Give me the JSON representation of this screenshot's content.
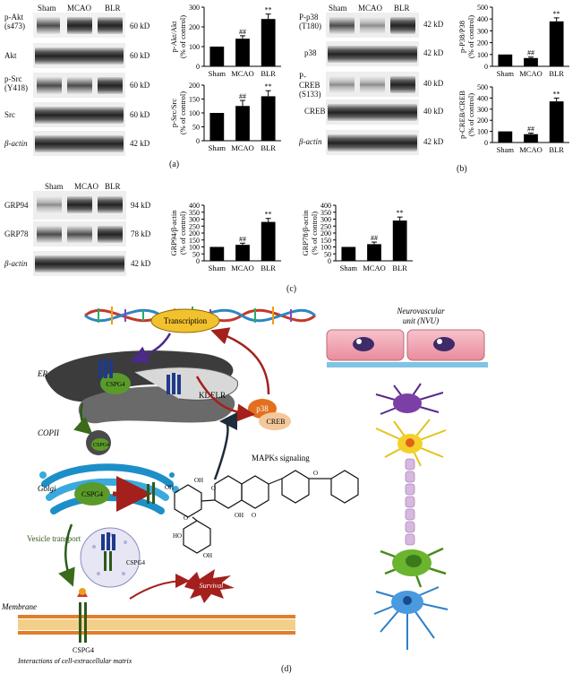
{
  "panels": {
    "a": "(a)",
    "b": "(b)",
    "c": "(c)",
    "d": "(d)"
  },
  "lanes": [
    "Sham",
    "MCAO",
    "BLR"
  ],
  "blot_a": {
    "rows": [
      {
        "label": "p-Akt (s473)",
        "kd": "60 kD"
      },
      {
        "label": "Akt",
        "kd": "60 kD"
      },
      {
        "label": "p-Src (Y418)",
        "kd": "60 kD"
      },
      {
        "label": "Src",
        "kd": "60 kD"
      },
      {
        "label": "β-actin",
        "kd": "42 kD"
      }
    ]
  },
  "blot_b": {
    "rows": [
      {
        "label": "P-p38 (T180)",
        "kd": "42 kD"
      },
      {
        "label": "p38",
        "kd": "42 kD"
      },
      {
        "label": "P-CREB (S133)",
        "kd": "40 kD"
      },
      {
        "label": "CREB",
        "kd": "40 kD"
      },
      {
        "label": "β-actin",
        "kd": "42 kD"
      }
    ]
  },
  "blot_c": {
    "rows": [
      {
        "label": "GRP94",
        "kd": "94 kD"
      },
      {
        "label": "GRP78",
        "kd": "78 kD"
      },
      {
        "label": "β-actin",
        "kd": "42 kD"
      }
    ]
  },
  "chart_data": [
    {
      "type": "bar",
      "categories": [
        "Sham",
        "MCAO",
        "BLR"
      ],
      "values": [
        100,
        140,
        240
      ],
      "errors": [
        0,
        15,
        25
      ],
      "marks": [
        "",
        "##",
        "**"
      ],
      "ylabel": "p-Akt/Akt (% of control)",
      "ylim": [
        0,
        300
      ],
      "yticks": [
        0,
        100,
        200,
        300
      ]
    },
    {
      "type": "bar",
      "categories": [
        "Sham",
        "MCAO",
        "BLR"
      ],
      "values": [
        100,
        125,
        160
      ],
      "errors": [
        0,
        20,
        20
      ],
      "marks": [
        "",
        "##",
        "**"
      ],
      "ylabel": "p-Src/Src (% of control)",
      "ylim": [
        0,
        200
      ],
      "yticks": [
        0,
        50,
        100,
        150,
        200
      ]
    },
    {
      "type": "bar",
      "categories": [
        "Sham",
        "MCAO",
        "BLR"
      ],
      "values": [
        100,
        70,
        380
      ],
      "errors": [
        0,
        8,
        30
      ],
      "marks": [
        "",
        "##",
        "**"
      ],
      "ylabel": "p-P38/P38 (% of control)",
      "ylim": [
        0,
        500
      ],
      "yticks": [
        0,
        100,
        200,
        300,
        400,
        500
      ]
    },
    {
      "type": "bar",
      "categories": [
        "Sham",
        "MCAO",
        "BLR"
      ],
      "values": [
        100,
        75,
        370
      ],
      "errors": [
        0,
        10,
        30
      ],
      "marks": [
        "",
        "##",
        "**"
      ],
      "ylabel": "p-CREB/CREB (% of control)",
      "ylim": [
        0,
        500
      ],
      "yticks": [
        0,
        100,
        200,
        300,
        400,
        500
      ]
    },
    {
      "type": "bar",
      "categories": [
        "Sham",
        "MCAO",
        "BLR"
      ],
      "values": [
        100,
        115,
        280
      ],
      "errors": [
        0,
        12,
        25
      ],
      "marks": [
        "",
        "##",
        "**"
      ],
      "ylabel": "GRP94/β-actin (% of control)",
      "ylim": [
        0,
        400
      ],
      "yticks": [
        0,
        50,
        100,
        150,
        200,
        250,
        300,
        350,
        400
      ]
    },
    {
      "type": "bar",
      "categories": [
        "Sham",
        "MCAO",
        "BLR"
      ],
      "values": [
        100,
        120,
        290
      ],
      "errors": [
        0,
        15,
        25
      ],
      "marks": [
        "",
        "##",
        "**"
      ],
      "ylabel": "GRP78/β-actin (% of control)",
      "ylim": [
        0,
        400
      ],
      "yticks": [
        0,
        50,
        100,
        150,
        200,
        250,
        300,
        350,
        400
      ]
    }
  ],
  "diagram": {
    "transcription": "Transcription",
    "er": "ER",
    "cspg4": "CSPG4",
    "kdelr": "KDELR",
    "p38": "p38",
    "creb": "CREB",
    "mapks": "MAPKs signaling",
    "copii": "COPII",
    "golgi": "Golgi",
    "vesicle": "Vesicle transport",
    "membrane": "Membrane",
    "survival": "Survival",
    "interactions": "Interactions of cell-extracellular matrix",
    "nvu_line1": "Neurovascular",
    "nvu_line2": "unit (NVU)"
  },
  "colors": {
    "bar": "#000000",
    "green": "#5a9a2a",
    "red_arrow": "#a3201c",
    "dark_arrow": "#1e2c3c",
    "transcription": "#f0c020"
  }
}
